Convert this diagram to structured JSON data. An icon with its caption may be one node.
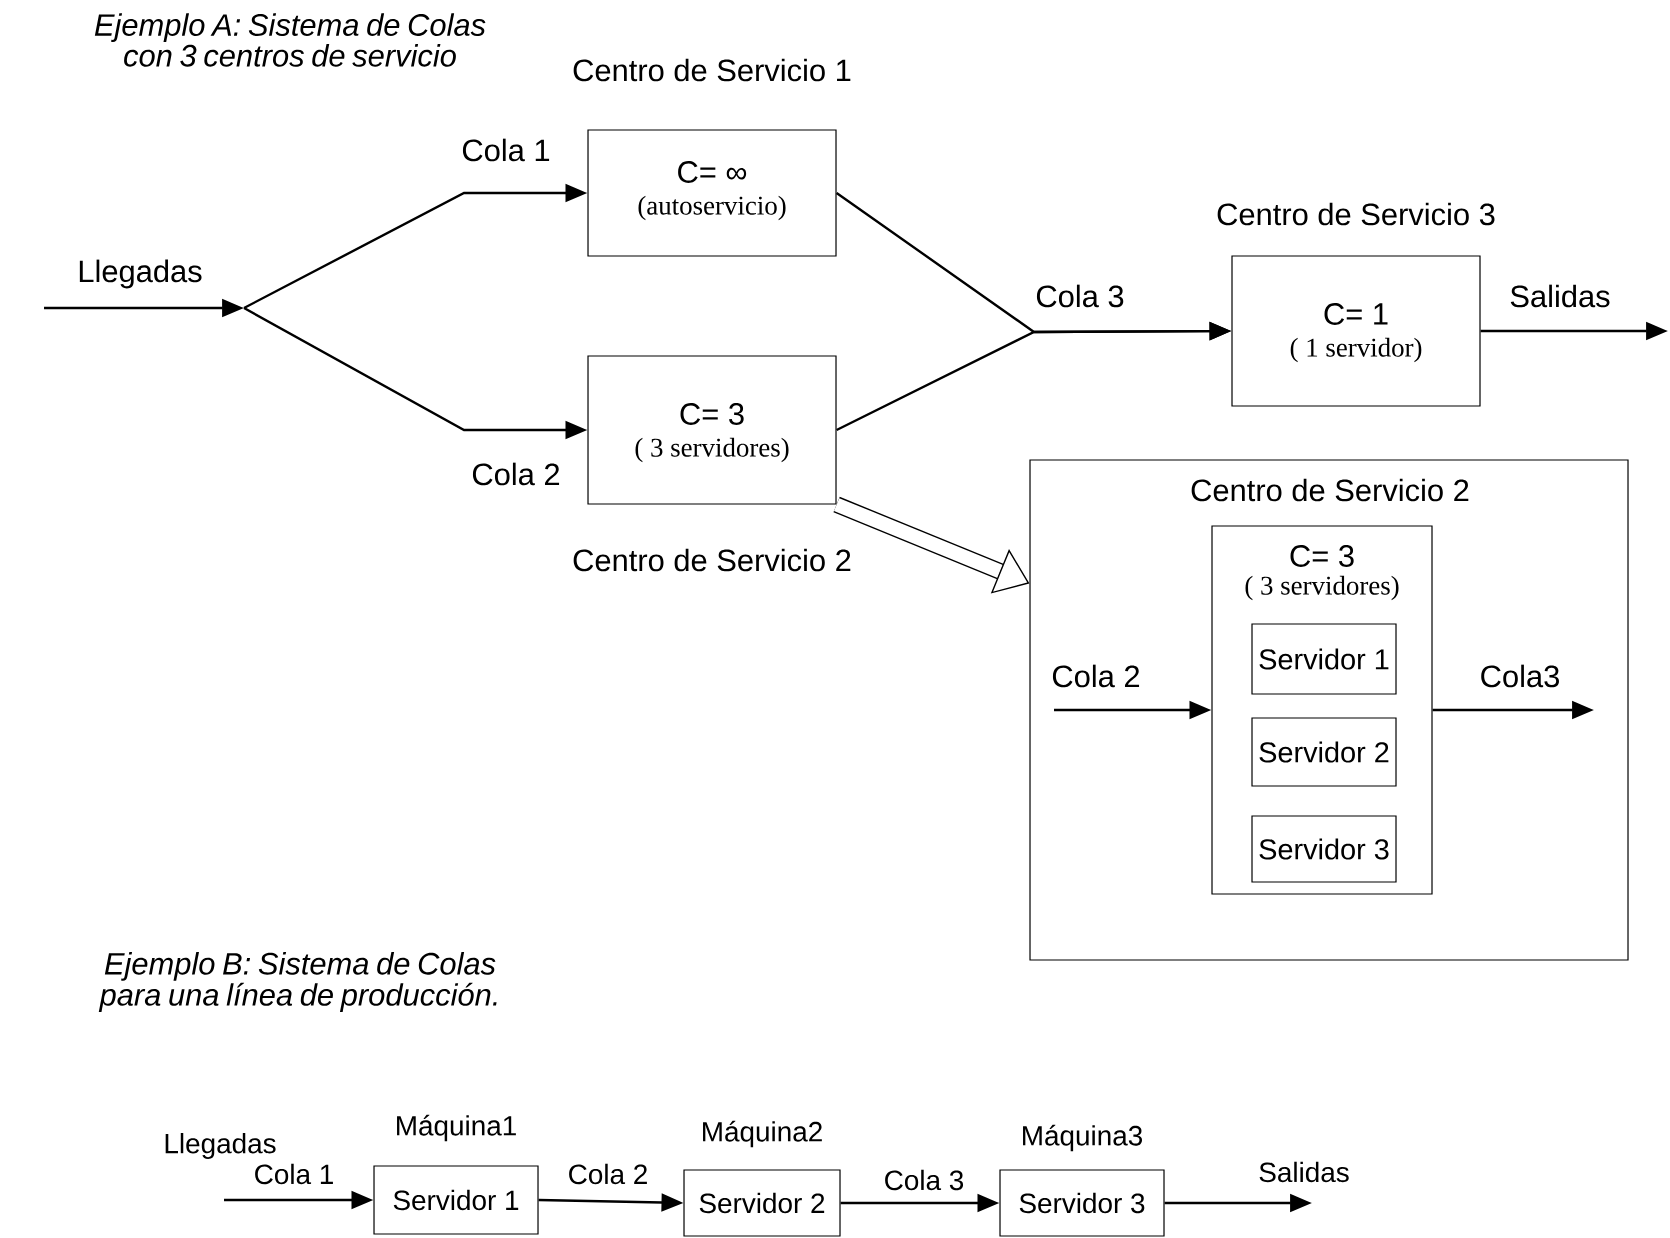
{
  "diagram": {
    "nodes": [
      {
        "text": [
          "Centro de Servicio 1",
          "C= ∞",
          "(autoservicio)"
        ]
      },
      {
        "text": [
          "C= 3",
          "( 3 servidores)",
          "Centro de Servicio 2"
        ]
      },
      {
        "text": [
          "Centro de Servicio 3",
          "C= 1",
          "( 1 servidor)"
        ]
      },
      {
        "text": [
          "Centro de Servicio 2"
        ]
      },
      {
        "text": [
          "C= 3",
          "( 3 servidores)"
        ],
        "in": 3
      },
      {
        "text": [
          "Servidor 1"
        ],
        "in": 4
      },
      {
        "text": [
          "Servidor 2"
        ],
        "in": 4
      },
      {
        "text": [
          "Servidor 3"
        ],
        "in": 4
      },
      {
        "text": [
          "Máquina1",
          "Servidor 1"
        ]
      },
      {
        "text": [
          "Máquina2",
          "Servidor 2"
        ]
      },
      {
        "text": [
          "Máquina3",
          "Servidor 3"
        ]
      }
    ],
    "edges": [
      {
        "from": null,
        "to": 0,
        "arrow": "to",
        "label": "Cola 1"
      },
      {
        "from": null,
        "to": 1,
        "arrow": "to",
        "label": "Cola 2"
      },
      {
        "from": 0,
        "to": 2,
        "arrow": "to",
        "label": "Cola 3"
      },
      {
        "from": 1,
        "to": 2,
        "arrow": "to"
      },
      {
        "from": 2,
        "to": null,
        "arrow": "to",
        "label": "Salidas"
      },
      {
        "from": 1,
        "to": 3,
        "arrow": "to",
        "style": "thick"
      },
      {
        "from": null,
        "to": 4,
        "arrow": "to",
        "label": "Cola 2"
      },
      {
        "from": 4,
        "to": null,
        "arrow": "to",
        "label": "Cola3"
      },
      {
        "from": null,
        "to": 8,
        "arrow": "to",
        "label": "Cola 1"
      },
      {
        "from": 8,
        "to": 9,
        "arrow": "to",
        "label": "Cola 2"
      },
      {
        "from": 9,
        "to": 10,
        "arrow": "to",
        "label": "Cola 3"
      },
      {
        "from": 10,
        "to": null,
        "arrow": "to",
        "label": "Salidas"
      }
    ],
    "labels": [
      "Ejemplo A: Sistema de Colas con 3 centros de servicio",
      "Llegadas",
      "Ejemplo B: Sistema de Colas para una línea de producción.",
      "Llegadas"
    ]
  }
}
